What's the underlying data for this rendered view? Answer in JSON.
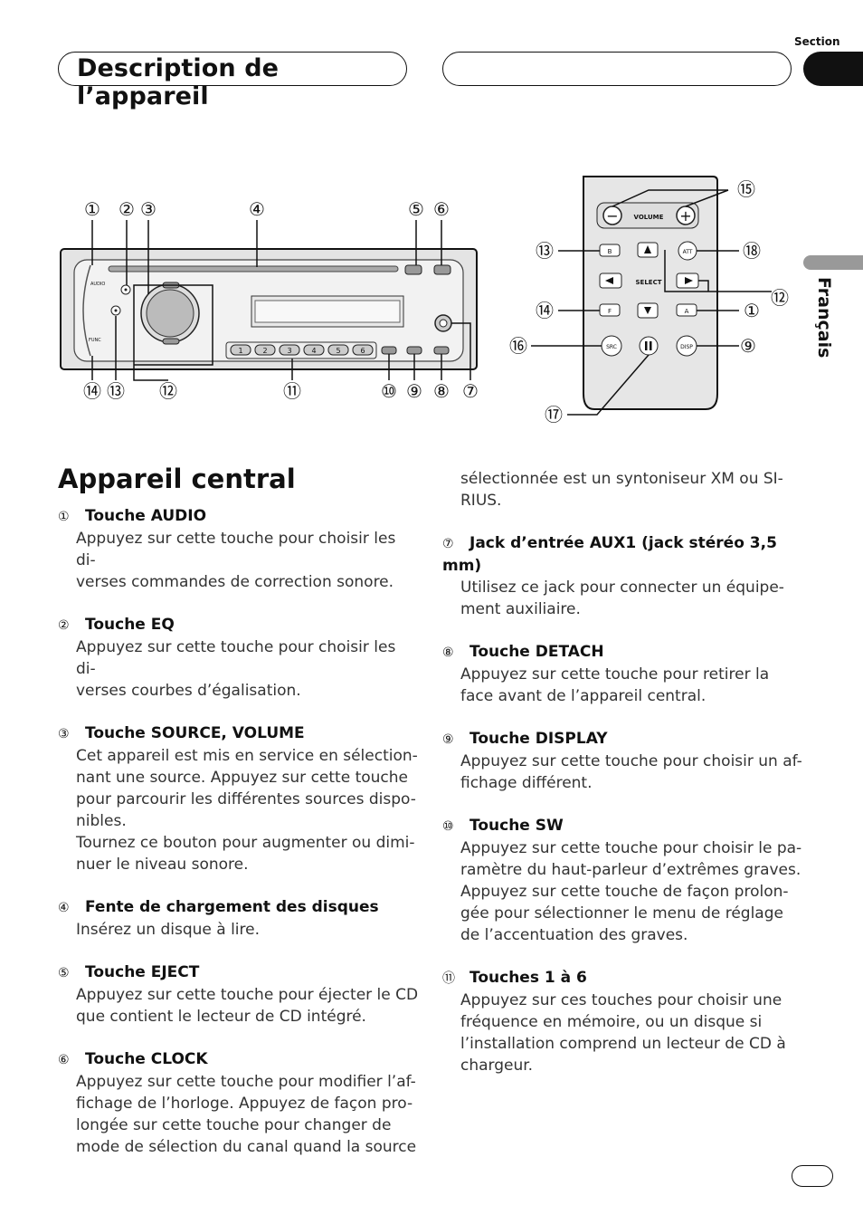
{
  "header": {
    "title": "Description de l’appareil",
    "section_label": "Section",
    "language": "Français"
  },
  "figure": {
    "unit_callouts_top": [
      "①",
      "②",
      "③",
      "④",
      "⑤",
      "⑥"
    ],
    "unit_callouts_bottom": [
      "⑭",
      "⑬",
      "⑫",
      "⑪",
      "⑩",
      "⑨",
      "⑧",
      "⑦"
    ],
    "unit_labels": {
      "audio": "AUDIO",
      "func": "FUNC"
    },
    "preset_buttons": [
      "1",
      "2",
      "3",
      "4",
      "5",
      "6"
    ],
    "remote_labels": {
      "volume": "VOLUME",
      "select": "SELECT",
      "b": "B",
      "att": "ATT",
      "f": "F",
      "a": "A",
      "src": "SRC",
      "disp": "DISP",
      "minus": "−",
      "plus": "+"
    },
    "remote_callouts": {
      "c15": "⑮",
      "c13": "⑬",
      "c18": "⑱",
      "c12": "⑫",
      "c14": "⑭",
      "c1": "①",
      "c16": "⑯",
      "c9": "⑨",
      "c17": "⑰"
    }
  },
  "content": {
    "heading": "Appareil central",
    "left_items": [
      {
        "num": "①",
        "title": "Touche AUDIO",
        "lines": [
          "Appuyez sur cette touche pour choisir les di-",
          "verses commandes de correction sonore."
        ]
      },
      {
        "num": "②",
        "title": "Touche EQ",
        "lines": [
          "Appuyez sur cette touche pour choisir les di-",
          "verses courbes d’égalisation."
        ]
      },
      {
        "num": "③",
        "title": "Touche SOURCE, VOLUME",
        "lines": [
          "Cet appareil est mis en service en sélection-",
          "nant une source. Appuyez sur cette touche",
          "pour parcourir les différentes sources dispo-",
          "nibles.",
          "Tournez ce bouton pour augmenter ou dimi-",
          "nuer le niveau sonore."
        ]
      },
      {
        "num": "④",
        "title": "Fente de chargement des disques",
        "lines": [
          "Insérez un disque à lire."
        ]
      },
      {
        "num": "⑤",
        "title": "Touche EJECT",
        "lines": [
          "Appuyez sur cette touche pour éjecter le CD",
          "que contient le lecteur de CD intégré."
        ]
      },
      {
        "num": "⑥",
        "title": "Touche CLOCK",
        "lines": [
          "Appuyez sur cette touche pour modifier l’af-",
          "fichage de l’horloge. Appuyez de façon pro-",
          "longée sur cette touche pour changer de",
          "mode de sélection du canal quand la source"
        ]
      }
    ],
    "right_continuation": [
      "sélectionnée est un syntoniseur XM ou SI-",
      "RIUS."
    ],
    "right_items": [
      {
        "num": "⑦",
        "title": "Jack d’entrée AUX1 (jack stéréo 3,5",
        "title2": "mm)",
        "lines": [
          "Utilisez ce jack pour connecter un équipe-",
          "ment auxiliaire."
        ]
      },
      {
        "num": "⑧",
        "title": "Touche DETACH",
        "lines": [
          "Appuyez sur cette touche pour retirer la",
          "face avant de l’appareil central."
        ]
      },
      {
        "num": "⑨",
        "title": "Touche DISPLAY",
        "lines": [
          "Appuyez sur cette touche pour choisir un af-",
          "fichage différent."
        ]
      },
      {
        "num": "⑩",
        "title": "Touche SW",
        "lines": [
          "Appuyez sur cette touche pour choisir le pa-",
          "ramètre du haut-parleur d’extrêmes graves.",
          "Appuyez sur cette touche de façon prolon-",
          "gée pour sélectionner le menu de réglage",
          "de l’accentuation des graves."
        ]
      },
      {
        "num": "⑪",
        "title": "Touches 1 à 6",
        "lines": [
          "Appuyez sur ces touches pour choisir une",
          "fréquence en mémoire, ou un disque si",
          "l’installation comprend un lecteur de CD à",
          "chargeur."
        ]
      }
    ]
  }
}
